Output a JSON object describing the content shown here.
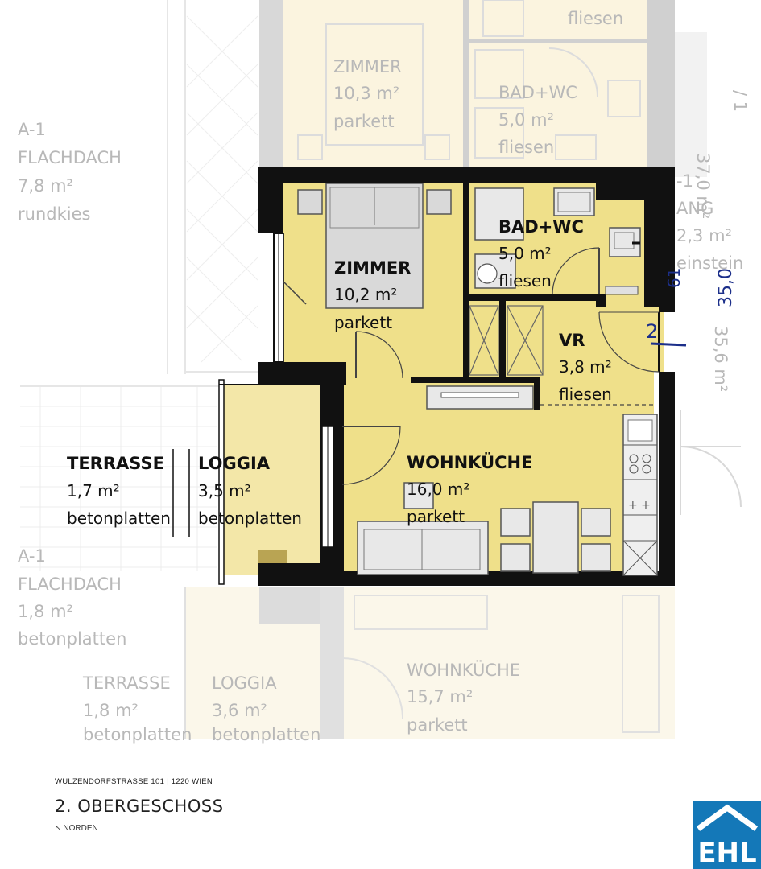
{
  "header": {
    "address": "WULZENDORFSTRASSE 101 | 1220 WIEN",
    "floor": "2. OBERGESCHOSS",
    "north": "NORDEN"
  },
  "logo": {
    "text": "EHL",
    "color": "#1478b8"
  },
  "colors": {
    "unit_fill": "#efe08a",
    "loggia_fill": "#f3e7a8",
    "wall": "#111111",
    "ghost": "#b8b8b8",
    "marker": "#1c2f8a"
  },
  "rooms": {
    "zimmer": {
      "name": "ZIMMER",
      "area": "10,2 m²",
      "floor": "parkett"
    },
    "bad": {
      "name": "BAD+WC",
      "area": "5,0 m²",
      "floor": "fliesen"
    },
    "vr": {
      "name": "VR",
      "area": "3,8 m²",
      "floor": "fliesen"
    },
    "wohnkueche": {
      "name": "WOHNKÜCHE",
      "area": "16,0 m²",
      "floor": "parkett"
    },
    "terrasse": {
      "name": "TERRASSE",
      "area": "1,7 m²",
      "floor": "betonplatten"
    },
    "loggia": {
      "name": "LOGGIA",
      "area": "3,5 m²",
      "floor": "betonplatten"
    }
  },
  "ghost_labels": {
    "top_zimmer": {
      "name": "ZIMMER",
      "area": "10,3 m²",
      "floor": "parkett"
    },
    "top_bad": {
      "name": "BAD+WC",
      "area": "5,0 m²",
      "floor": "fliesen"
    },
    "top_fliesen": "fliesen",
    "flachdach_top": {
      "id": "A-1",
      "name": "FLACHDACH",
      "area": "7,8 m²",
      "floor": "rundkies"
    },
    "flachdach_bottom": {
      "id": "A-1",
      "name": "FLACHDACH",
      "area": "1,8 m²",
      "floor": "betonplatten"
    },
    "bottom_terrasse": {
      "name": "TERRASSE",
      "area": "1,8 m²",
      "floor": "betonplatten"
    },
    "bottom_loggia": {
      "name": "LOGGIA",
      "area": "3,6 m²",
      "floor": "betonplatten"
    },
    "bottom_wohnkueche": {
      "name": "WOHNKÜCHE",
      "area": "15,7 m²",
      "floor": "parkett"
    },
    "right_gang": {
      "id": "-1",
      "name": "ANG",
      "area": "2,3 m²",
      "floor": "einstein"
    },
    "right_area_top": "37,0 m²",
    "right_area_bottom": "35,6 m²",
    "right_tick": "/ 1"
  },
  "markers": {
    "unit": "2",
    "stair_no": "61",
    "area": "35,0"
  }
}
